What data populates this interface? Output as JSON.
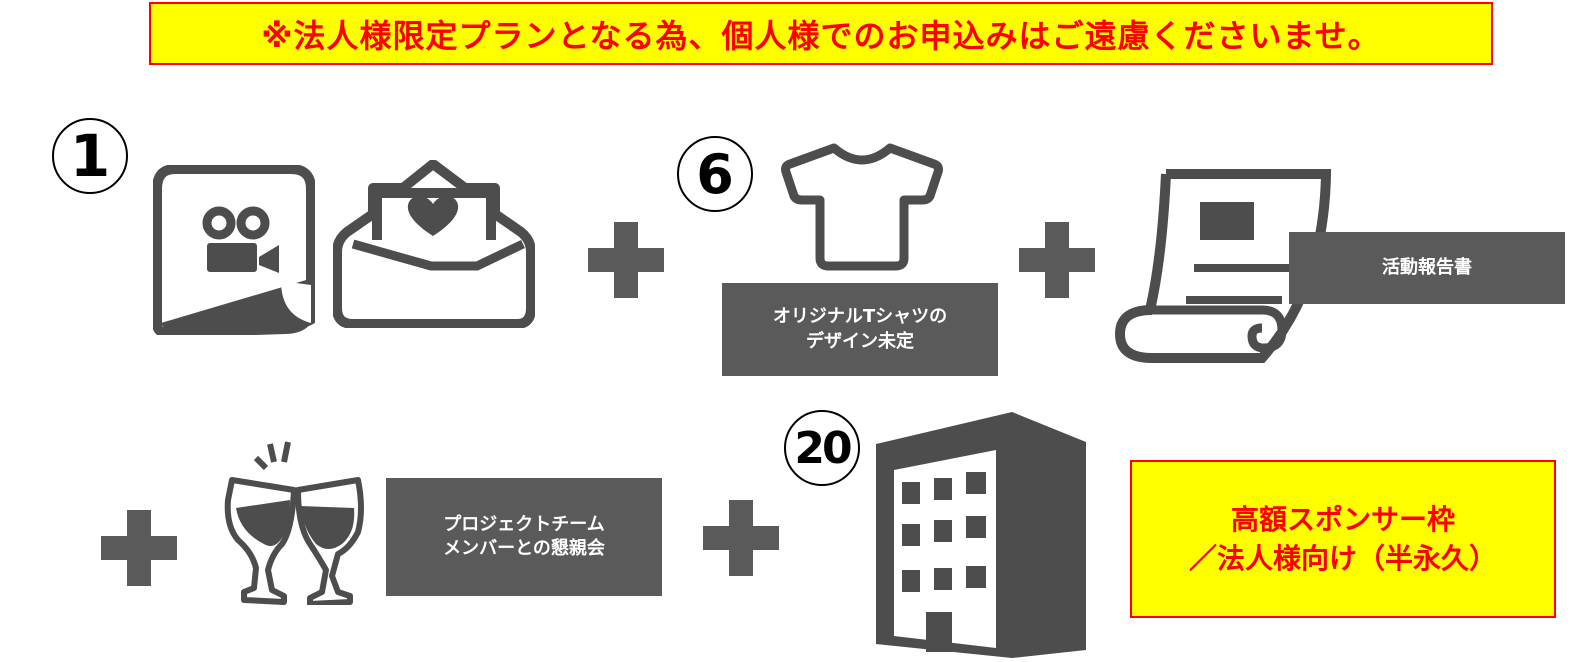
{
  "notice": {
    "text": "※法人様限定プランとなる為、個人様でのお申込みはご遠慮くださいませ。",
    "bg_color": "#ffff00",
    "text_color": "#ff0000"
  },
  "items": [
    {
      "number": "①",
      "icons": [
        "video-card-icon",
        "letter-heart-icon"
      ]
    },
    {
      "number": "⑥",
      "icons": [
        "tshirt-icon"
      ],
      "label_line1": "オリジナルTシャツの",
      "label_line2": "デザイン未定"
    },
    {
      "icons": [
        "report-scroll-icon"
      ],
      "label": "活動報告書"
    },
    {
      "icons": [
        "toast-glasses-icon"
      ],
      "label_line1": "プロジェクトチーム",
      "label_line2": "メンバーとの懇親会"
    },
    {
      "number": "⑳",
      "icons": [
        "office-building-icon"
      ]
    }
  ],
  "sponsor": {
    "line1": "高額スポンサー枠",
    "line2": "／法人様向け（半永久）",
    "bg_color": "#ffff00",
    "text_color": "#ff0000"
  },
  "icon_color": "#4d4d4d",
  "label_bg_color": "#5a5a5a"
}
